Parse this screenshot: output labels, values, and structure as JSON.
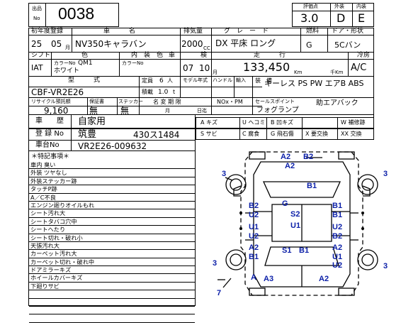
{
  "header": {
    "lot_label_top": "出品",
    "lot_label_bottom": "No",
    "lot_number": "0038",
    "score_label": "評価点",
    "score": "3.0",
    "exterior_label": "外装",
    "exterior": "D",
    "interior_label": "内装",
    "interior": "E"
  },
  "row1": {
    "reg_label": "初年度登録",
    "reg_year": "25",
    "reg_month": "05",
    "month_unit": "月",
    "name_label": "車　　　名",
    "name": "NV350キャラバン",
    "cc_label": "排気量",
    "cc": "2000",
    "cc_unit": "CC",
    "grade_label": "グ　レ　ー　ド",
    "grade": "DX 平床 ロング",
    "fuel_label": "燃料",
    "fuel": "G",
    "door_label": "ドア・形状",
    "door": "5Cバン"
  },
  "row2": {
    "shift_label": "シフト",
    "shift": "IAT",
    "color_label": "色",
    "color_no_label": "カラーNo",
    "color_no": "QM1",
    "color": "ホワイト",
    "interior_label": "内　装　色",
    "interior_no_label": "カラーNo",
    "inspection_label": "車　　　　検",
    "insp_year": "07",
    "insp_month": "10",
    "month_unit": "月",
    "mileage_label": "走　　　行",
    "mileage": "133,450",
    "mileage_unit": "Km",
    "mileage_unit2": "千Km",
    "ac_label": "冷房",
    "ac": "A/C"
  },
  "row3": {
    "model_label": "型　　　式",
    "model": "CBF-VR2E26",
    "capacity_label": "定員",
    "capacity": "6",
    "capacity_unit": "人",
    "load_label": "積載",
    "load": "1.0",
    "load_unit": "t",
    "model_change_label": "モデル年式",
    "handle_label": "ハンドル",
    "import_label": "輸入",
    "equip_label": "装　備",
    "equipment": "キーレス PS PW エアB ABS"
  },
  "row4": {
    "recycle_label": "リサイクル預託額",
    "recycle": "9,160",
    "warranty_label": "保証書",
    "warranty": "無",
    "sticker_label": "ステッカー",
    "sticker": "無",
    "change_label": "名 変 期 限",
    "change_day_unit": "日迄",
    "nox_label": "NOx・PM",
    "sales_label": "セールスポイント",
    "sales": "フォグランプ",
    "sales2": "助エアバック",
    "month_unit": "月"
  },
  "history": {
    "label": "車　　歴",
    "value": "自家用",
    "plate_label": "登 録 No",
    "plate_area": "筑豊",
    "plate_number": "430ス1484",
    "vin_label": "車台No",
    "vin": "VR2E26-009632"
  },
  "legend": [
    [
      "A キズ",
      "U ヘコミ",
      "B 凹キズ",
      "W 補修跡"
    ],
    [
      "S サビ",
      "C 腐食",
      "G 飛石傷",
      "X 要交換",
      "XX 交換"
    ]
  ],
  "legend_parts": {
    "r1": [
      {
        "code": "A",
        "text": "キズ"
      },
      {
        "code": "U",
        "text": "ヘコミ"
      },
      {
        "code": "B",
        "text": "凹キズ"
      },
      {
        "code": "W",
        "text": "補修跡"
      }
    ],
    "r2": [
      {
        "code": "S",
        "text": "サビ"
      },
      {
        "code": "C",
        "text": "腐食"
      },
      {
        "code": "G",
        "text": "飛石傷"
      },
      {
        "code": "X",
        "text": "要交換"
      },
      {
        "code": "XX",
        "text": "交換"
      }
    ]
  },
  "notes": {
    "title": "＊特記事項＊",
    "items": [
      "車内 臭い",
      "外装 ツヤなし",
      "外装ステッカー跡",
      "タッチP跡",
      "A／C不良",
      "エンジン廻りオイルもれ",
      "シート汚れ大",
      "シートタバコ穴中",
      "シートへたり",
      "シート切れ・破れ小",
      "天張汚れ大",
      "カーペット汚れ大",
      "カーペット切れ・破れ中",
      "ドアミラーキズ",
      "ホイールカバーキズ",
      "下廻りサビ",
      "",
      "",
      "",
      ""
    ]
  },
  "diagram": {
    "marks": {
      "a2_top1": "A2",
      "b2_top": "B2",
      "a2_top2": "A2",
      "n3_left_top": "3",
      "n3_right_top": "3",
      "b1_right": "B1",
      "g_center": "G",
      "s2": "S2",
      "u1_center": "U1",
      "b2_left": "B2",
      "u2_left": "U2",
      "u1_left": "U1",
      "u2_left2": "U2",
      "b1_right2": "B1",
      "b1_right3": "B1",
      "u2_right": "U2",
      "b2_right": "B2",
      "a2_left": "A2",
      "b1_left": "B1",
      "a2_right": "A2",
      "u1_right": "U1",
      "u2_right2": "U2",
      "s1": "S1",
      "b1_bottom": "B1",
      "a_bottom": "A",
      "a3_bottom": "A3",
      "a2_bottom": "A2",
      "n3_left_bottom": "3",
      "n3_right_bottom": "3",
      "n7_bottom": "7"
    }
  }
}
